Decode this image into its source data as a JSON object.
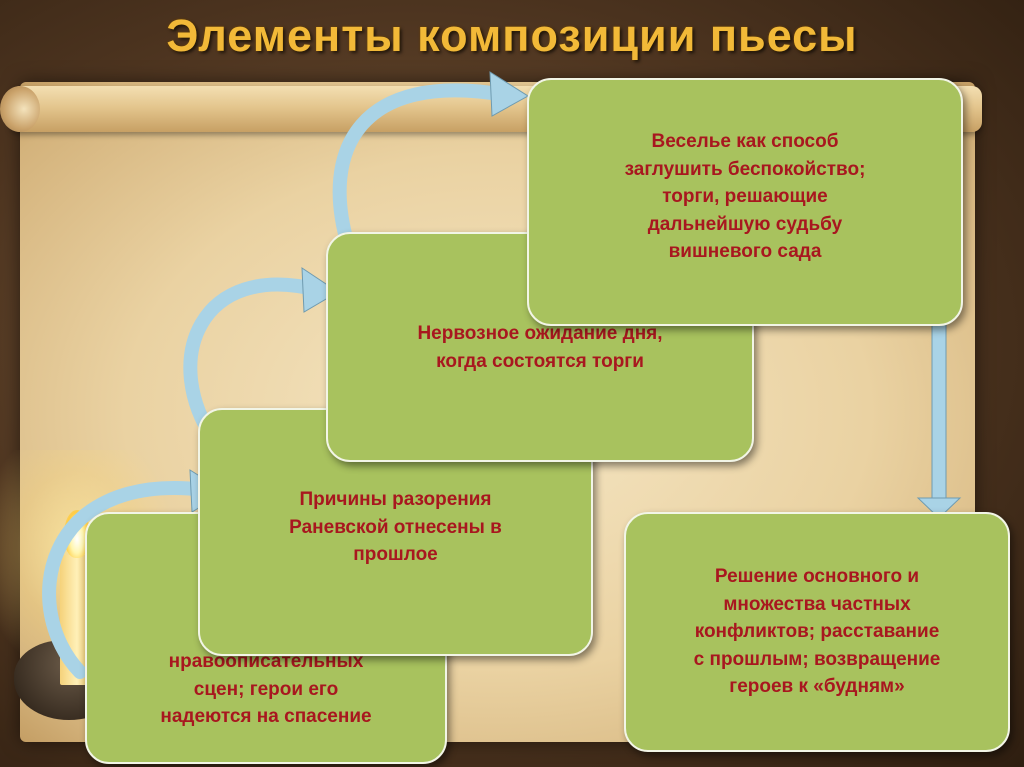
{
  "title": "Элементы композиции пьесы",
  "colors": {
    "title": "#f2b938",
    "box_fill": "#a8c25e",
    "box_border": "#f2f5e6",
    "box_text": "#a8171f",
    "arrow": "#a9d3e6"
  },
  "diagram": {
    "exposition": "Зрите\nперсо\nне сам\nдиало\nнравоописательных\nсцен; герои его\nнадеются на спасение",
    "plot": "Причины разорения\nРаневской  отнесены в\nпрошлое",
    "development": "Нервозное ожидание дня,\nкогда состоятся торги",
    "climax": "Веселье как способ\nзаглушить беспокойство;\nторги, решающие\nдальнейшую судьбу\nвишневого сада",
    "denouement": "Решение основного и\nмножества частных\nконфликтов; расставание\nс прошлым; возвращение\nгероев к «будням»"
  }
}
